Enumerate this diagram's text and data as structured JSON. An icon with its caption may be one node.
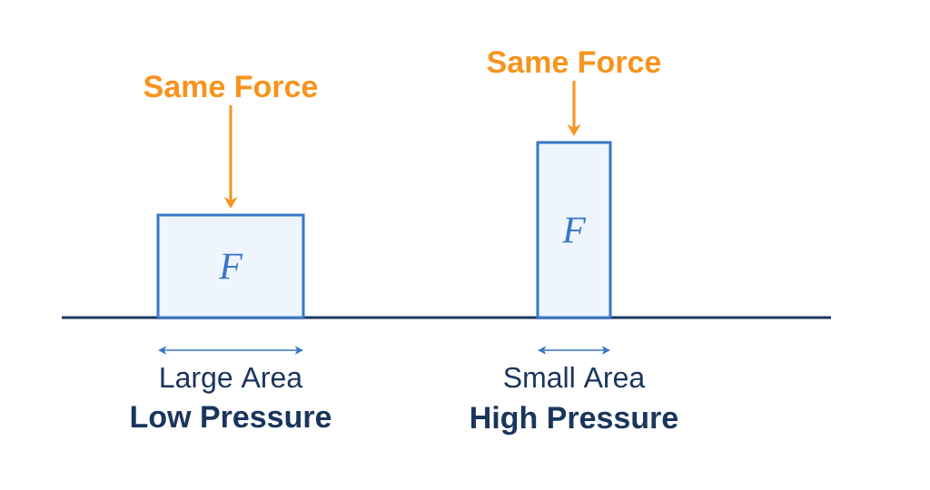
{
  "diagram": {
    "nodes": [
      {
        "text": [
          "F"
        ]
      },
      {
        "text": [
          "F"
        ]
      }
    ],
    "labels": [
      "Same Force",
      "Same Force",
      "Large Area",
      "Low Pressure",
      "Small Area",
      "High Pressure"
    ]
  }
}
